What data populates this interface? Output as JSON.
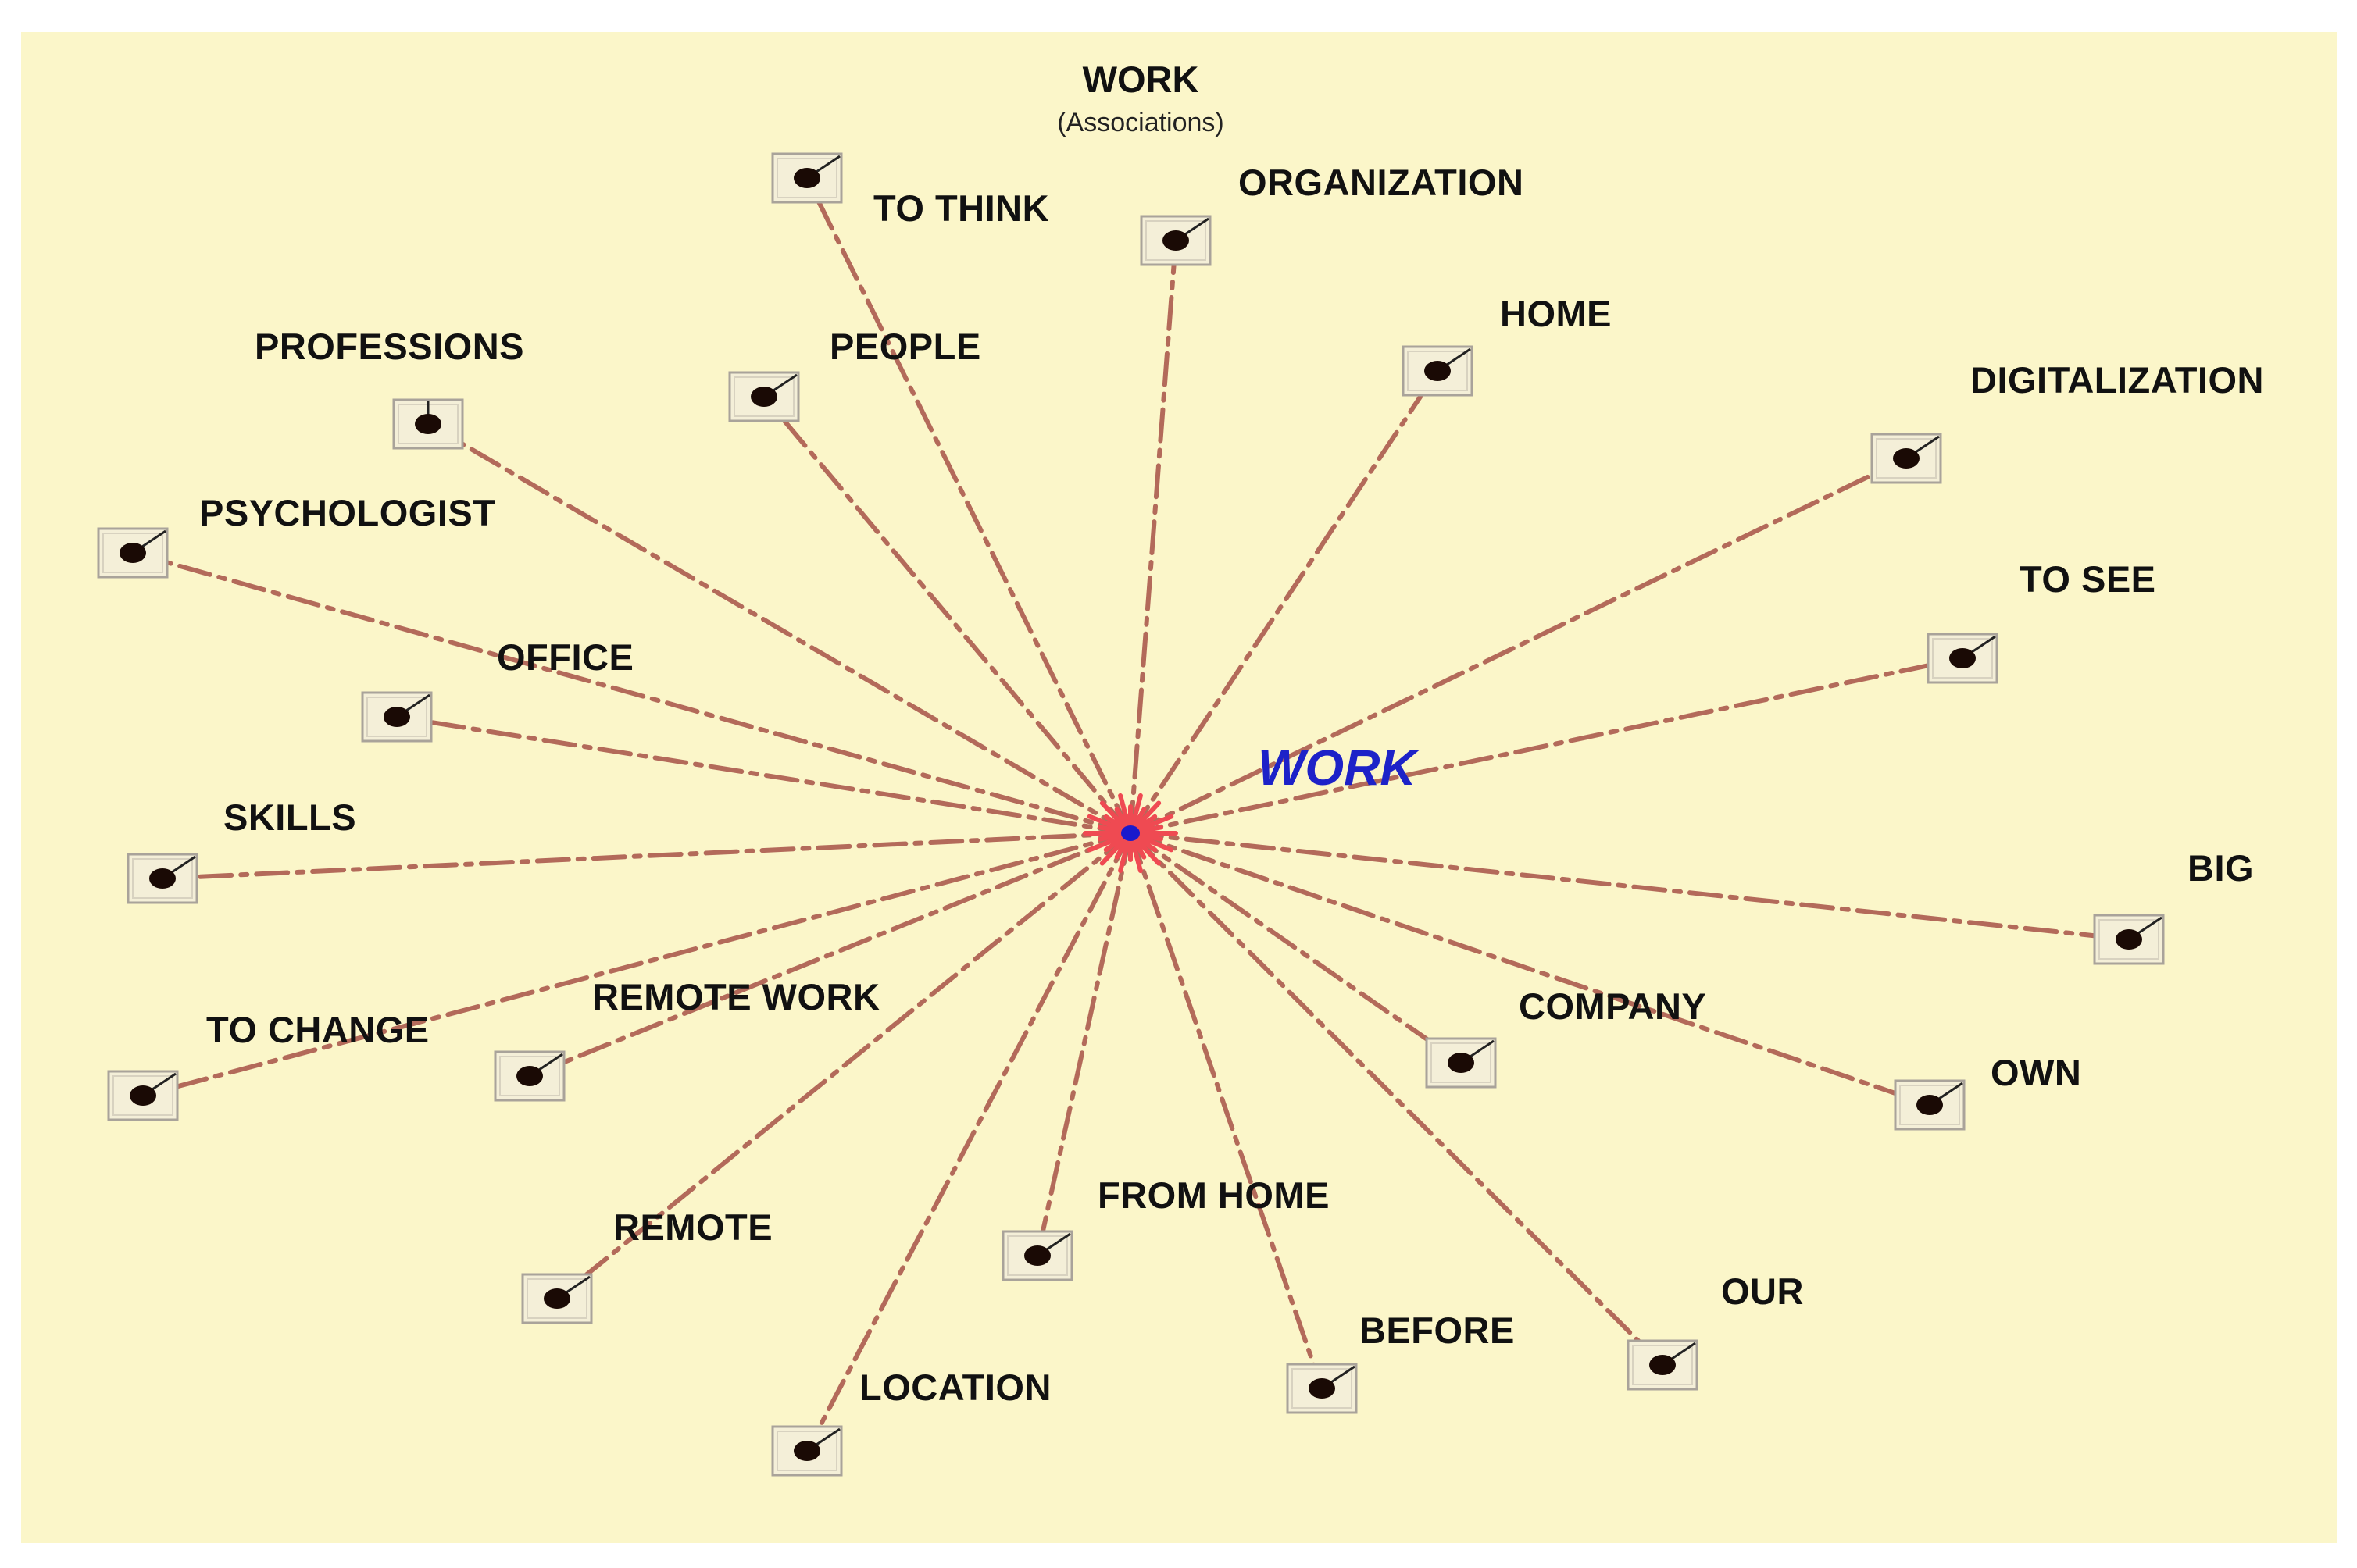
{
  "header": {
    "title": "WORK",
    "subtitle": "(Associations)"
  },
  "center": {
    "label": "WORK"
  },
  "nodes": [
    {
      "id": "to-think",
      "label": "TO THINK"
    },
    {
      "id": "organization",
      "label": "ORGANIZATION"
    },
    {
      "id": "people",
      "label": "PEOPLE"
    },
    {
      "id": "professions",
      "label": "PROFESSIONS"
    },
    {
      "id": "home",
      "label": "HOME"
    },
    {
      "id": "digitalization",
      "label": "DIGITALIZATION"
    },
    {
      "id": "psychologist",
      "label": "PSYCHOLOGIST"
    },
    {
      "id": "to-see",
      "label": "TO SEE"
    },
    {
      "id": "office",
      "label": "OFFICE"
    },
    {
      "id": "skills",
      "label": "SKILLS"
    },
    {
      "id": "big",
      "label": "BIG"
    },
    {
      "id": "remote-work",
      "label": "REMOTE WORK"
    },
    {
      "id": "company",
      "label": "COMPANY"
    },
    {
      "id": "to-change",
      "label": "TO CHANGE"
    },
    {
      "id": "own",
      "label": "OWN"
    },
    {
      "id": "from-home",
      "label": "FROM HOME"
    },
    {
      "id": "remote",
      "label": "REMOTE"
    },
    {
      "id": "our",
      "label": "OUR"
    },
    {
      "id": "before",
      "label": "BEFORE"
    },
    {
      "id": "location",
      "label": "LOCATION"
    }
  ],
  "colors": {
    "background": "#fbf6c9",
    "line": "#b36a5a",
    "center_burst": "#ef4a52",
    "center_dot": "#1a1acc",
    "center_label": "#1d22c8",
    "marker_dot": "#1a0a05"
  }
}
